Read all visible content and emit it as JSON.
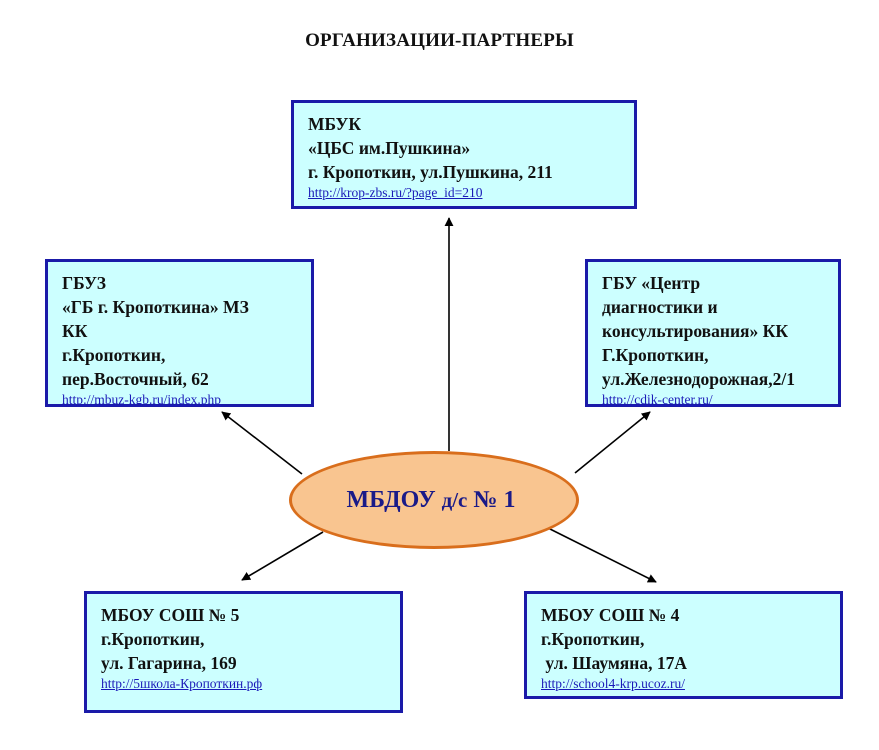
{
  "title": "ОРГАНИЗАЦИИ-ПАРТНЕРЫ",
  "center": {
    "main": "МБДОУ",
    "sub": "д/с",
    "number": "№ 1"
  },
  "partners": {
    "top": {
      "lines": [
        "МБУК",
        "«ЦБС им.Пушкина»",
        "г. Кропоткин, ул.Пушкина, 211"
      ],
      "link": "http://krop-zbs.ru/?page_id=210"
    },
    "left": {
      "lines": [
        "ГБУЗ",
        "«ГБ г. Кропоткина» МЗ",
        "КК",
        "г.Кропоткин,",
        "пер.Восточный, 62"
      ],
      "link": "http://mbuz-kgb.ru/index.php"
    },
    "right": {
      "lines": [
        "ГБУ «Центр",
        "диагностики и",
        "консультирования» КК",
        "Г.Кропоткин,",
        "ул.Железнодорожная,2/1"
      ],
      "link": "http://cdik-center.ru/"
    },
    "bottom_left": {
      "lines": [
        "МБОУ СОШ № 5",
        "г.Кропоткин,",
        "ул. Гагарина, 169"
      ],
      "link": "http://5школа-Кропоткин.рф"
    },
    "bottom_right": {
      "lines": [
        "МБОУ СОШ № 4",
        "г.Кропоткин,",
        " ул. Шаумяна, 17А"
      ],
      "link": "http://school4-krp.ucoz.ru/"
    }
  },
  "colors": {
    "box_fill": "#ccffff",
    "box_border": "#1a1aa8",
    "ellipse_fill": "#f9c590",
    "ellipse_border": "#d96e1c",
    "center_text": "#1a1a88",
    "link": "#1a1ab8",
    "arrow": "#000000"
  }
}
